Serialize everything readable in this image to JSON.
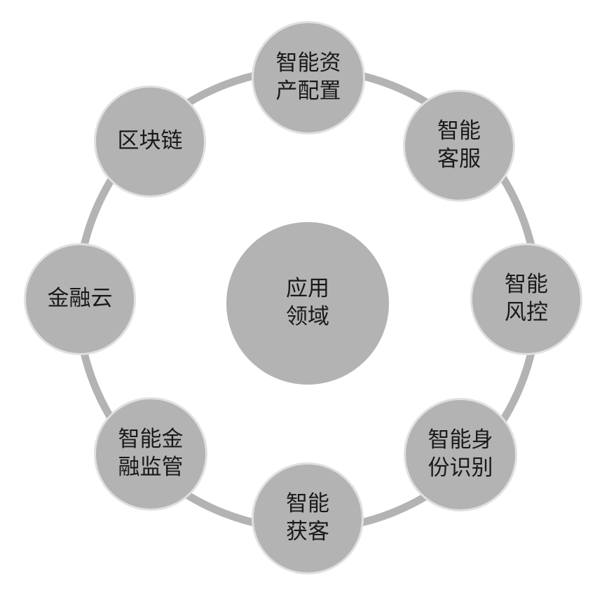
{
  "colors": {
    "ring": "#b3b3b3",
    "node_fill": "#b3b3b3",
    "node_border": "#e0e0e0",
    "text": "#1a1a1a"
  },
  "center": {
    "line1": "应用",
    "line2": "领域"
  },
  "nodes": [
    {
      "line1": "智能资",
      "line2": "产配置"
    },
    {
      "line1": "智能",
      "line2": "客服"
    },
    {
      "line1": "智能",
      "line2": "风控"
    },
    {
      "line1": "智能身",
      "line2": "份识别"
    },
    {
      "line1": "智能",
      "line2": "获客"
    },
    {
      "line1": "智能金",
      "line2": "融监管"
    },
    {
      "line1": "金融云"
    },
    {
      "line1": "区块链"
    }
  ]
}
